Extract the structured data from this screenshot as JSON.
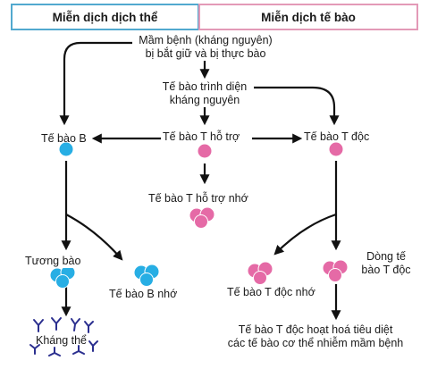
{
  "header": {
    "humoral": "Miễn dịch dịch thể",
    "cellular": "Miễn dịch tế bào"
  },
  "nodes": {
    "antigen_line1": "Mầm bệnh (kháng nguyên)",
    "antigen_line2": "bị bắt giữ và bị thực bào",
    "apc_line1": "Tế bào trình diện",
    "apc_line2": "kháng nguyên",
    "b_cell": "Tế bào B",
    "helper_t": "Tế bào T hỗ trợ",
    "cytotoxic_t": "Tế bào T độc",
    "memory_helper_t": "Tế bào T hỗ trợ nhớ",
    "plasma_cell": "Tương bào",
    "memory_b": "Tế bào B nhớ",
    "memory_cytotoxic_t": "Tế bào T độc nhớ",
    "clone_line1": "Dòng tế",
    "clone_line2": "bào T độc",
    "antibodies": "Kháng thể",
    "effect_line1": "Tế bào T độc hoạt hoá tiêu diệt",
    "effect_line2": "các tế bào cơ thể nhiễm mầm bệnh"
  },
  "colors": {
    "humoral_border": "#52a9cf",
    "cellular_border": "#e39ab7",
    "b_cell_blue": "#27aee4",
    "t_cell_pink": "#e56aa6",
    "antibody_navy": "#2b2f8f"
  }
}
